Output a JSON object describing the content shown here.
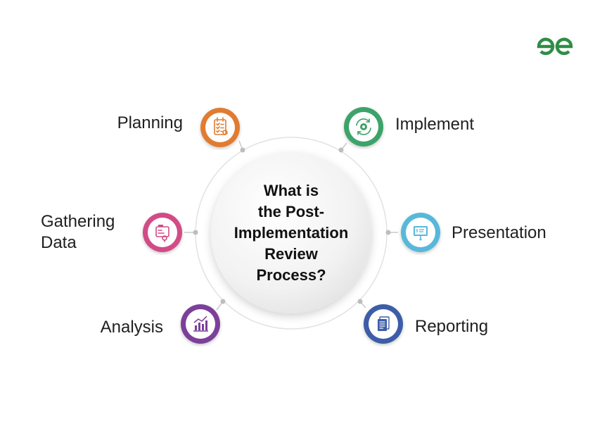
{
  "diagram": {
    "center": {
      "lines": [
        "What is",
        "the Post-",
        "Implementation",
        "Review",
        "Process?"
      ]
    },
    "steps": [
      {
        "id": "planning",
        "label": "Planning",
        "color": "#e07b33",
        "icon": "checklist-icon"
      },
      {
        "id": "implement",
        "label": "Implement",
        "color": "#3ea36a",
        "icon": "gear-cycle-icon"
      },
      {
        "id": "gathering",
        "label_lines": [
          "Gathering",
          "Data"
        ],
        "color": "#d24b86",
        "icon": "data-folder-icon"
      },
      {
        "id": "presentation",
        "label": "Presentation",
        "color": "#58b8d9",
        "icon": "presentation-board-icon"
      },
      {
        "id": "analysis",
        "label": "Analysis",
        "color": "#7b3f9a",
        "icon": "bar-chart-icon"
      },
      {
        "id": "reporting",
        "label": "Reporting",
        "color": "#3d5da8",
        "icon": "document-icon"
      }
    ]
  },
  "brand": {
    "logo_color": "#2f8d46",
    "logo": "gfg-logo"
  }
}
